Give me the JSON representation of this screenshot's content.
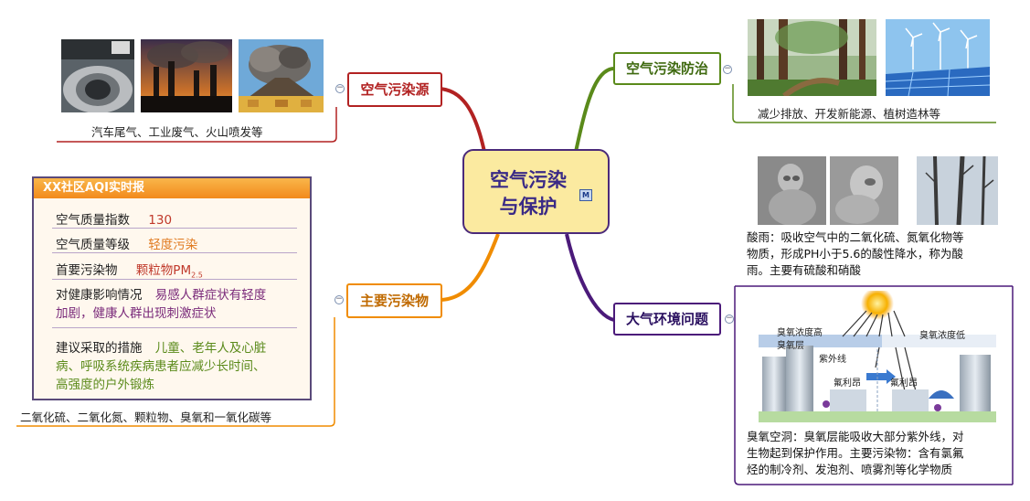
{
  "central": {
    "title_line1": "空气污染",
    "title_line2": "与保护",
    "marker": "M"
  },
  "branches": {
    "sources": {
      "label": "空气污染源",
      "color": "#b22222",
      "caption": "汽车尾气、工业废气、火山喷发等",
      "images": [
        "car-exhaust-photo",
        "factory-smoke-photo",
        "volcano-eruption-photo"
      ]
    },
    "main_pollutants": {
      "label": "主要污染物",
      "color": "#f08c00",
      "caption": "二氧化硫、二氧化氮、颗粒物、臭氧和一氧化碳等",
      "aqi_report": {
        "header": "XX社区AQI实时报",
        "index_label": "空气质量指数",
        "index_value": "130",
        "level_label": "空气质量等级",
        "level_value": "轻度污染",
        "primary_label": "首要污染物",
        "primary_value": "颗粒物PM",
        "primary_sub": "2.5",
        "health_label": "对健康影响情况",
        "health_text1": "易感人群症状有轻度",
        "health_text2": "加剧，健康人群出现刺激症状",
        "advice_label": "建议采取的措施",
        "advice_text1": "儿童、老年人及心脏",
        "advice_text2": "病、呼吸系统疾病患者应减少长时间、",
        "advice_text3": "高强度的户外锻炼"
      }
    },
    "prevention": {
      "label": "空气污染防治",
      "color": "#5a8a1a",
      "caption": "减少排放、开发新能源、植树造林等",
      "images": [
        "forest-photo",
        "wind-solar-farm-photo"
      ]
    },
    "problems": {
      "label": "大气环境问题",
      "color": "#4b1a7a",
      "acid_rain": {
        "line1": "酸雨：吸收空气中的二氧化硫、氮氧化物等",
        "line2": "物质，形成PH小于5.6的酸性降水，称为酸",
        "line3": "雨。主要有硫酸和硝酸"
      },
      "ozone_diagram": {
        "left_top": "臭氧浓度高",
        "left_bottom": "臭氧层",
        "right_top": "臭氧浓度低",
        "uv": "紫外线",
        "cfc_left": "氟利昂",
        "cfc_right": "氟利昂"
      },
      "ozone_hole": {
        "line1": "臭氧空洞：臭氧层能吸收大部分紫外线，对",
        "line2": "生物起到保护作用。主要污染物：含有氯氟",
        "line3": "烃的制冷剂、发泡剂、喷雾剂等化学物质"
      }
    }
  }
}
